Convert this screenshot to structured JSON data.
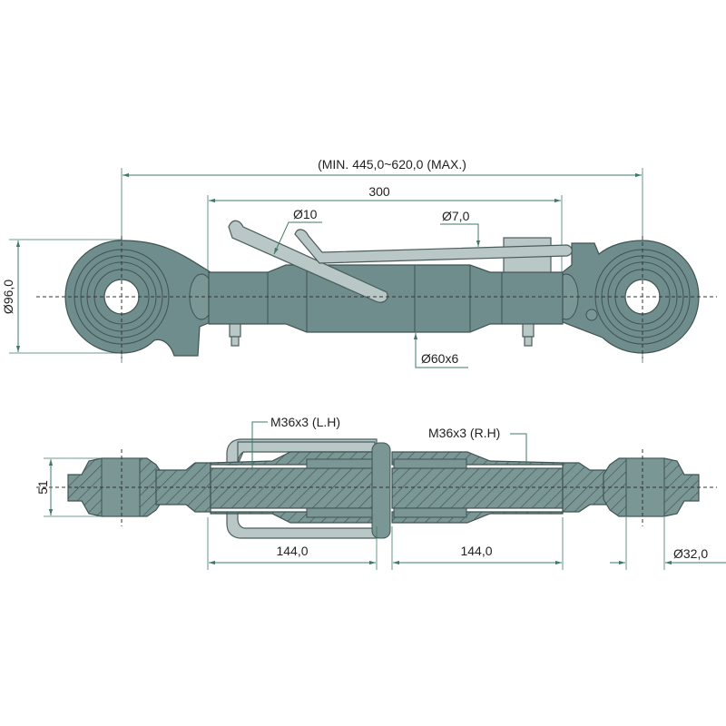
{
  "title": "Top link technical drawing",
  "colors": {
    "body": "#6f8d8c",
    "handle": "#b9c8c7",
    "dimension_line": "#3d7a66"
  },
  "top_view": {
    "overall_length": "(MIN. 445,0~620,0 (MAX.)",
    "tube_length": "300",
    "handle_diameter": "Ø10",
    "pin_diameter": "Ø7,0",
    "eye_diameter": "Ø96,0",
    "tube_diameter": "Ø60x6"
  },
  "section_view": {
    "thread_left": "M36x3 (L.H)",
    "thread_right": "M36x3 (R.H)",
    "ball_width": "51",
    "left_thread_length": "144,0",
    "right_thread_length": "144,0",
    "bore_diameter": "Ø32,0"
  }
}
